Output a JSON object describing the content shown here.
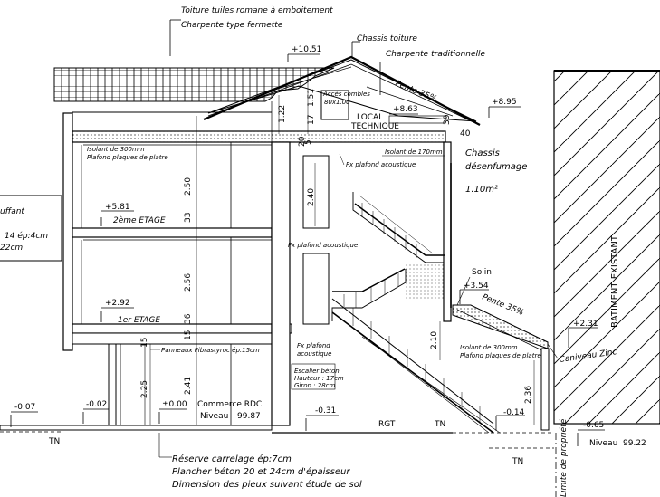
{
  "notes": {
    "roof_tiles": "Toiture tuiles romane à emboitement",
    "frame": "Charpente type fermette",
    "skylight": "Chassis toiture",
    "traditional_frame": "Charpente traditionnelle",
    "slope_top": "Pente 35%",
    "attic_access_l1": "Accès combles",
    "attic_access_l2": "80x1.00",
    "tech_room_l1": "LOCAL",
    "tech_room_l2": "TECHNIQUE",
    "insul_300_top_l1": "Isolant de 300mm",
    "insul_300_top_l2": "Plafond plaques de platre",
    "insul_170": "Isolant de 170mm",
    "acoustic_ceiling_1": "Fx plafond acoustique",
    "acoustic_ceiling_2": "Fx plafond acoustique",
    "acoustic_ceiling_3_l1": "Fx plafond",
    "acoustic_ceiling_3_l2": "acoustique",
    "smoke_vent_l1": "Chassis",
    "smoke_vent_l2": "désenfumage",
    "smoke_vent_l3": "1.10m²",
    "floor2_name": "2ème ETAGE",
    "floor1_name": "1er ETAGE",
    "flashing": "Solin",
    "slope_low": "Pente 35%",
    "insul_300_low_l1": "Isolant de 300mm",
    "insul_300_low_l2": "Plafond plaques de platre",
    "zinc_gutter": "Caniveau Zinc",
    "existing_building": "BATIMENT EXISTANT",
    "fibra_panels": "Panneaux Fibrastyroc ép.15cm",
    "stair_l1": "Escalier béton",
    "stair_l2": "Hauteur : 17cm",
    "stair_l3": "Giron : 28cm",
    "shop_l1": "Commerce RDC",
    "shop_l2_label": "Niveau",
    "shop_l2_value": "99.87",
    "rgt": "RGT",
    "tn_left": "TN",
    "tn_mid": "TN",
    "tn_right": "TN",
    "bottom_l1": "Réserve carrelage ép:7cm",
    "bottom_l2": "Plancher béton 20 et 24cm d'épaisseur",
    "bottom_l3": "Dimension des pieux suivant étude de sol",
    "left_l1": "uffant",
    "left_l2": "14 ép:4cm",
    "left_l3": "22cm",
    "property_limit": "Limite de propriété",
    "level_9922_label": "Niveau",
    "level_9922_value": "99.22"
  },
  "levels": {
    "ridge": "+10.51",
    "eave_right": "+8.95",
    "tech": "+8.63",
    "floor2": "+5.81",
    "floor1": "+2.92",
    "terrace": "+3.54",
    "gutter": "+2.31",
    "ground": "±0.00",
    "left1": "-0.07",
    "left2": "-0.02",
    "stair_foot": "-0.31",
    "right_foot": "-0.14",
    "property": "-0.65"
  },
  "dims": {
    "attic_a": "1.22",
    "attic_b": "1.51",
    "attic_c": "17",
    "attic_d": "39",
    "attic_e": "40",
    "slab_top_a": "5",
    "slab_top_b": "20",
    "floor2_h": "2.50",
    "floor2_slab": "33",
    "stair_h2": "2.40",
    "floor1_h": "2.56",
    "floor1_slab": "36",
    "slab_rdc": "15",
    "gf_a": "2.41",
    "gf_b": "2.25",
    "gf_c": "15",
    "stair_low": "2.10",
    "right_wall": "2.36"
  }
}
